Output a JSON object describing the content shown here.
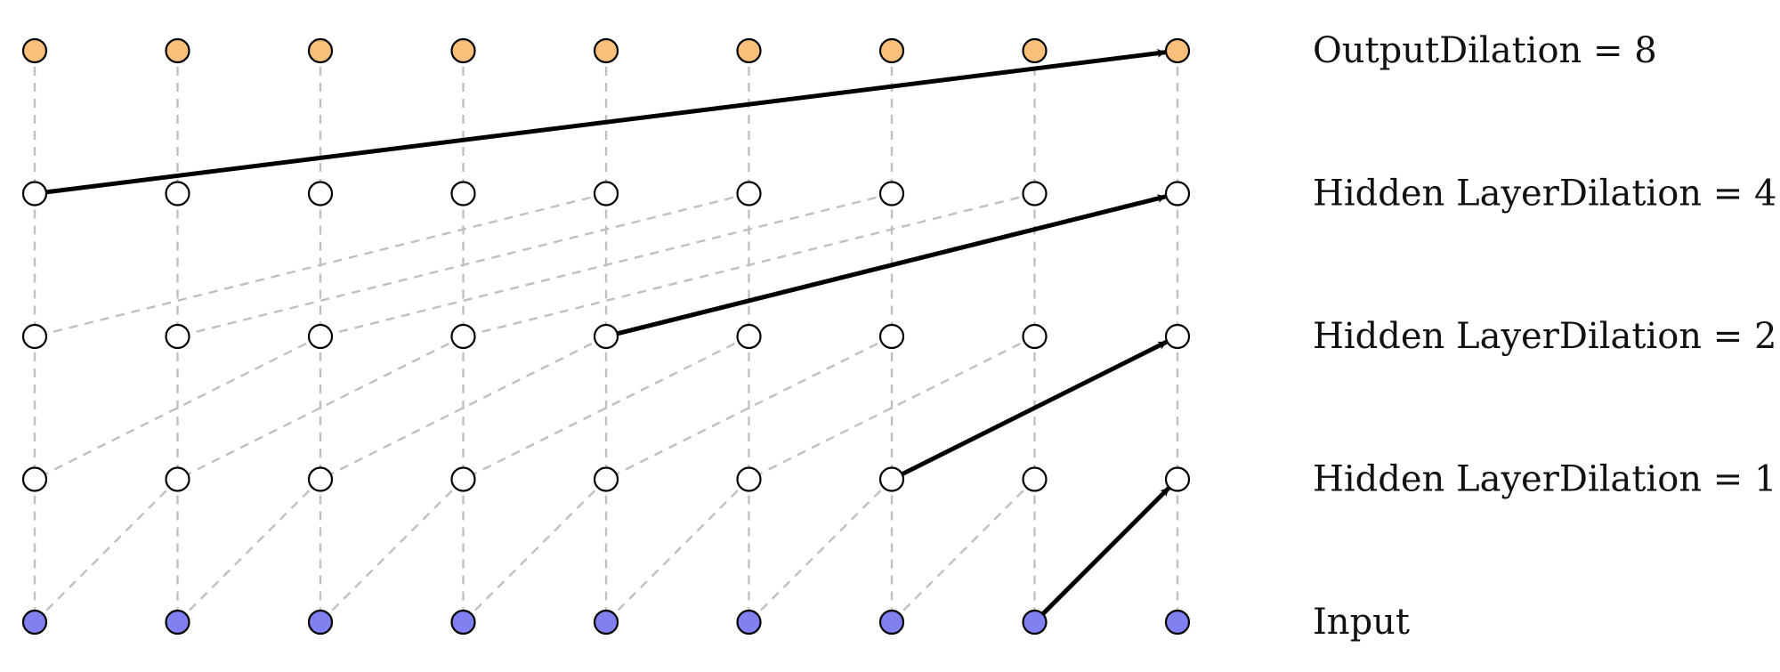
{
  "layers": [
    {
      "label": "OutputDilation = 8",
      "fill": "#fbbf7c",
      "dilation": 8
    },
    {
      "label": "Hidden LayerDilation = 4",
      "fill": "#ffffff",
      "dilation": 4
    },
    {
      "label": "Hidden LayerDilation = 2",
      "fill": "#ffffff",
      "dilation": 2
    },
    {
      "label": "Hidden LayerDilation = 1",
      "fill": "#ffffff",
      "dilation": 1
    },
    {
      "label": "Input",
      "fill": "#8080f0",
      "dilation": 0
    }
  ],
  "nodes_per_layer": 9,
  "colors": {
    "node_stroke": "#000000",
    "edge_dashed": "#c0c0c0",
    "edge_highlight": "#000000"
  },
  "highlight_path": [
    {
      "from": {
        "layer": 4,
        "index": 7
      },
      "to": {
        "layer": 3,
        "index": 8
      }
    },
    {
      "from": {
        "layer": 3,
        "index": 6
      },
      "to": {
        "layer": 2,
        "index": 8
      }
    },
    {
      "from": {
        "layer": 2,
        "index": 4
      },
      "to": {
        "layer": 1,
        "index": 8
      }
    },
    {
      "from": {
        "layer": 1,
        "index": 0
      },
      "to": {
        "layer": 0,
        "index": 8
      }
    }
  ]
}
